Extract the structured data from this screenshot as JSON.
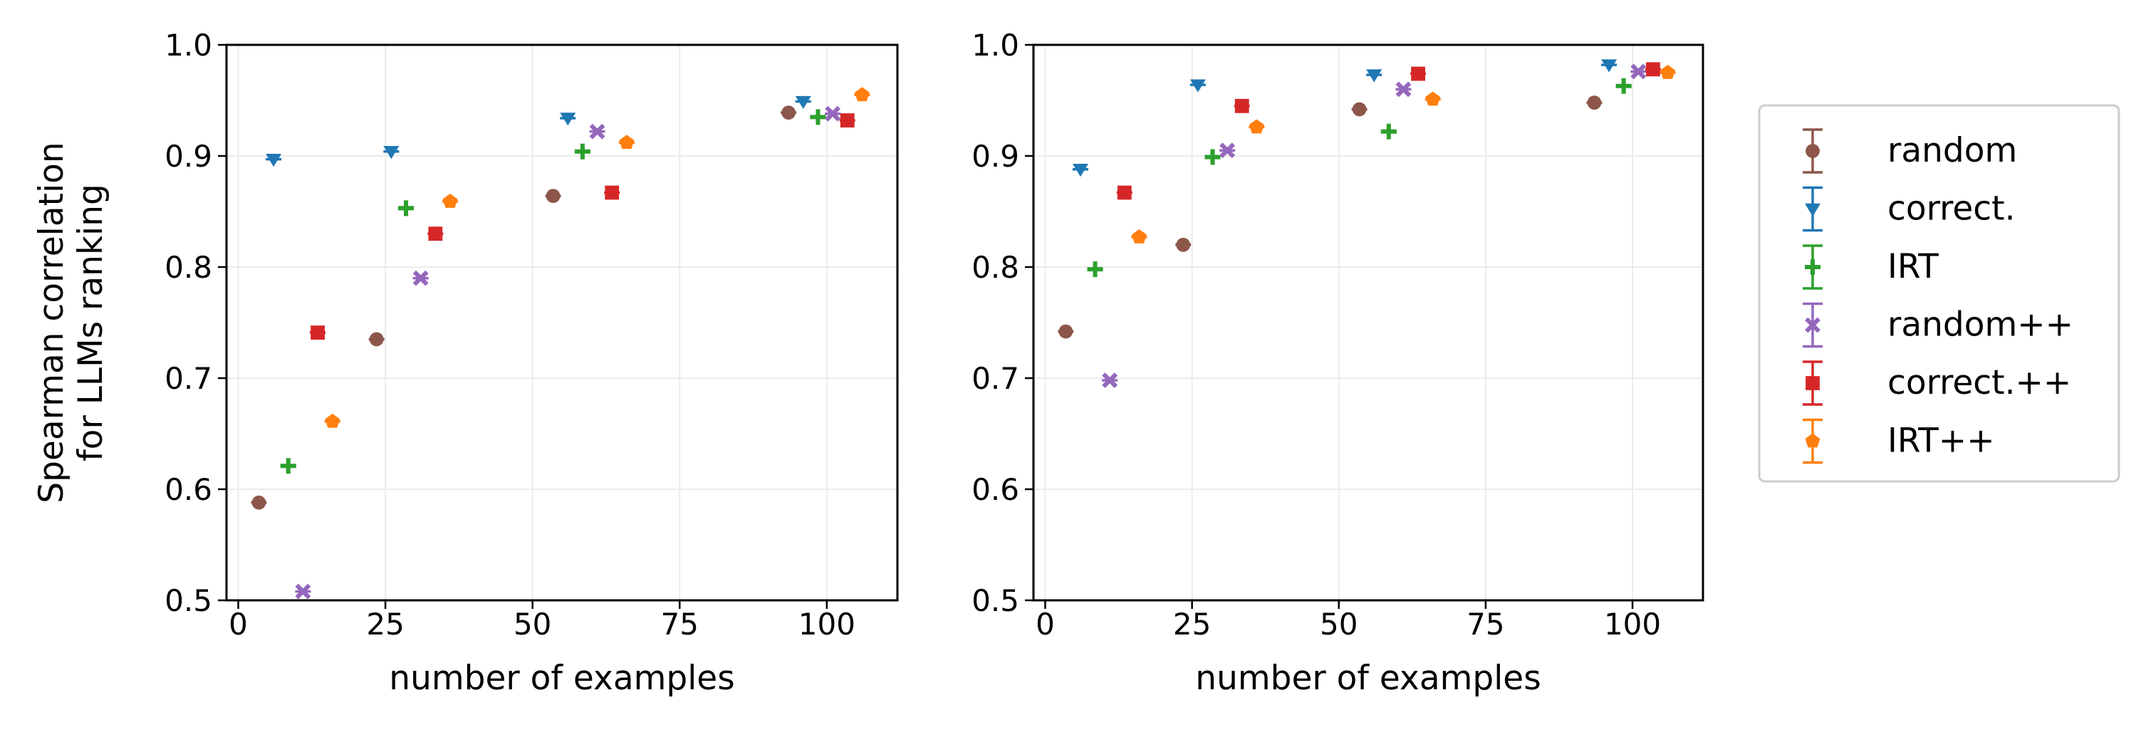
{
  "colors": {
    "random": "#8c564b",
    "correct.": "#1f77b4",
    "IRT": "#2ca02c",
    "random++": "#9467bd",
    "correct.++": "#d62728",
    "IRT++": "#ff7f0e",
    "grid": "#ebebeb",
    "axis": "#000000"
  },
  "legend": {
    "placement": "outside-right",
    "entries": [
      {
        "label": "random",
        "marker": "circle"
      },
      {
        "label": "correct.",
        "marker": "triangle-down"
      },
      {
        "label": "IRT",
        "marker": "plus"
      },
      {
        "label": "random++",
        "marker": "x"
      },
      {
        "label": "correct.++",
        "marker": "square"
      },
      {
        "label": "IRT++",
        "marker": "pentagon"
      }
    ]
  },
  "chart_data": [
    {
      "type": "scatter",
      "error_bars": true,
      "grid": true,
      "xlabel": "number of examples",
      "ylabel_lines": [
        "Spearman correlation",
        "for LLMs ranking"
      ],
      "xlim": [
        -2,
        112
      ],
      "ylim": [
        0.5,
        1.0
      ],
      "xticks": [
        0,
        25,
        50,
        75,
        100
      ],
      "xtick_labels": [
        "0",
        "25",
        "50",
        "75",
        "100"
      ],
      "yticks": [
        0.5,
        0.6,
        0.7,
        0.8,
        0.9,
        1.0
      ],
      "ytick_labels": [
        "0.5",
        "0.6",
        "0.7",
        "0.8",
        "0.9",
        "1.0"
      ],
      "series": [
        {
          "name": "random",
          "x": [
            3.5,
            23.5,
            53.5,
            93.5
          ],
          "y": [
            0.588,
            0.735,
            0.864,
            0.939
          ]
        },
        {
          "name": "correct.",
          "x": [
            6,
            26,
            56,
            96
          ],
          "y": [
            0.897,
            0.904,
            0.934,
            0.949
          ]
        },
        {
          "name": "IRT",
          "x": [
            8.5,
            28.5,
            58.5,
            98.5
          ],
          "y": [
            0.621,
            0.853,
            0.904,
            0.935
          ]
        },
        {
          "name": "random++",
          "x": [
            11,
            31,
            61,
            101
          ],
          "y": [
            0.508,
            0.79,
            0.922,
            0.938
          ]
        },
        {
          "name": "correct.++",
          "x": [
            13.5,
            33.5,
            63.5,
            103.5
          ],
          "y": [
            0.741,
            0.83,
            0.867,
            0.932
          ]
        },
        {
          "name": "IRT++",
          "x": [
            16,
            36,
            66,
            106
          ],
          "y": [
            0.661,
            0.859,
            0.912,
            0.955
          ]
        }
      ]
    },
    {
      "type": "scatter",
      "error_bars": true,
      "grid": true,
      "xlabel": "number of examples",
      "ylabel_lines": [],
      "xlim": [
        -2,
        112
      ],
      "ylim": [
        0.5,
        1.0
      ],
      "xticks": [
        0,
        25,
        50,
        75,
        100
      ],
      "xtick_labels": [
        "0",
        "25",
        "50",
        "75",
        "100"
      ],
      "yticks": [
        0.5,
        0.6,
        0.7,
        0.8,
        0.9,
        1.0
      ],
      "ytick_labels": [
        "0.5",
        "0.6",
        "0.7",
        "0.8",
        "0.9",
        "1.0"
      ],
      "series": [
        {
          "name": "random",
          "x": [
            3.5,
            23.5,
            53.5,
            93.5
          ],
          "y": [
            0.742,
            0.82,
            0.942,
            0.948
          ]
        },
        {
          "name": "correct.",
          "x": [
            6,
            26,
            56,
            96
          ],
          "y": [
            0.888,
            0.964,
            0.973,
            0.982
          ]
        },
        {
          "name": "IRT",
          "x": [
            8.5,
            28.5,
            58.5,
            98.5
          ],
          "y": [
            0.798,
            0.899,
            0.922,
            0.963
          ]
        },
        {
          "name": "random++",
          "x": [
            11,
            31,
            61,
            101
          ],
          "y": [
            0.698,
            0.905,
            0.96,
            0.976
          ]
        },
        {
          "name": "correct.++",
          "x": [
            13.5,
            33.5,
            63.5,
            103.5
          ],
          "y": [
            0.867,
            0.945,
            0.974,
            0.978
          ]
        },
        {
          "name": "IRT++",
          "x": [
            16,
            36,
            66,
            106
          ],
          "y": [
            0.827,
            0.926,
            0.951,
            0.975
          ]
        }
      ]
    }
  ]
}
